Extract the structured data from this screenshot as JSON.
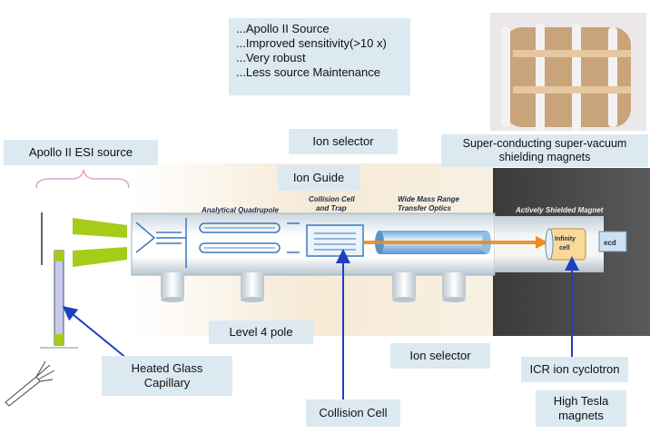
{
  "features": [
    "...Apollo II Source",
    "...Improved sensitivity(>10 x)",
    "...Very robust",
    "...Less source Maintenance"
  ],
  "labels": {
    "esi_source": "Apollo II ESI source",
    "ion_selector_top": "Ion selector",
    "ion_guide": "Ion Guide",
    "magnets": "Super-conducting super-vacuum shielding magnets",
    "level4_pole": "Level 4 pole",
    "ion_selector_bottom": "Ion selector",
    "heated_capillary": "Heated Glass Capillary",
    "collision_cell": "Collision Cell",
    "icr": "ICR ion cyclotron",
    "high_tesla": "High Tesla magnets"
  },
  "instrument": {
    "analytical_quadrupole": "Analytical Quadrupole",
    "collision_cell_trap": "Collision Cell and Trap",
    "wide_mass_range": "Wide Mass Range Transfer Optics",
    "shielded_magnet": "Actively Shielded Magnet",
    "infinity_cell": "Infinity cell",
    "ecd": "ecd"
  },
  "colors": {
    "label_bg": "#dce9f1",
    "arrow": "#1f3fbf",
    "beam": "#f08a1c",
    "cone": "#a6cc1a"
  }
}
